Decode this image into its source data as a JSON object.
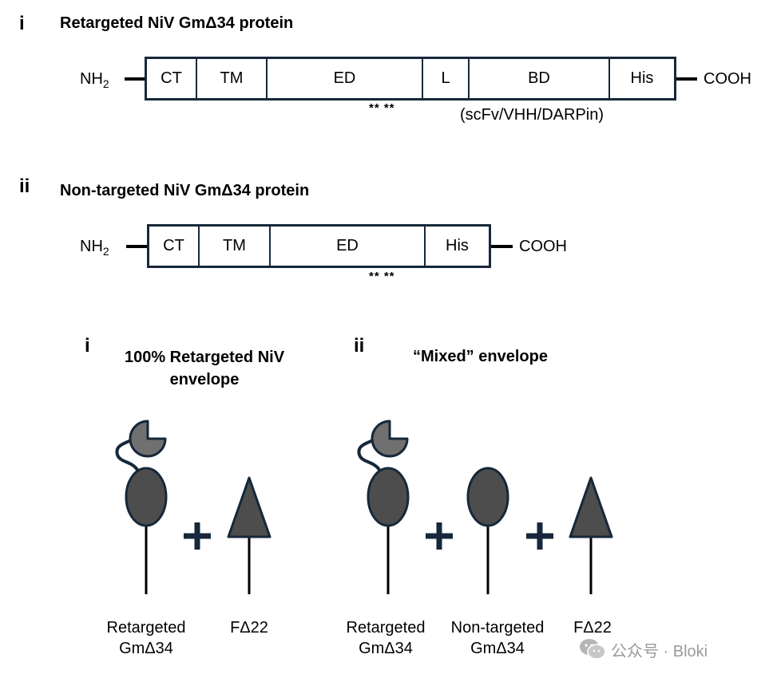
{
  "panel_a": {
    "item_i": {
      "numeral": "i",
      "title": "Retargeted NiV GmΔ34 protein",
      "n_terminus": "NH",
      "n_terminus_sub": "2",
      "c_terminus": "COOH",
      "domains": [
        "CT",
        "TM",
        "ED",
        "L",
        "BD",
        "His"
      ],
      "mutation_marks": "** **",
      "binder_note": "(scFv/VHH/DARPin)"
    },
    "item_ii": {
      "numeral": "ii",
      "title": "Non-targeted NiV GmΔ34 protein",
      "n_terminus": "NH",
      "n_terminus_sub": "2",
      "c_terminus": "COOH",
      "domains": [
        "CT",
        "TM",
        "ED",
        "His"
      ],
      "mutation_marks": "** **"
    }
  },
  "panel_b": {
    "item_i": {
      "numeral": "i",
      "title_line1": "100% Retargeted NiV",
      "title_line2": "envelope",
      "plus": "+",
      "caption_retargeted_line1": "Retargeted",
      "caption_retargeted_line2": "GmΔ34",
      "caption_fusion": "FΔ22"
    },
    "item_ii": {
      "numeral": "ii",
      "title": "“Mixed” envelope",
      "plus": "+",
      "caption_retargeted_line1": "Retargeted",
      "caption_retargeted_line2": "GmΔ34",
      "caption_nontargeted_line1": "Non-targeted",
      "caption_nontargeted_line2": "GmΔ34",
      "caption_fusion": "FΔ22"
    }
  },
  "watermark": "公众号 · Bloki",
  "colors": {
    "outline": "#16283a",
    "shape_fill": "#4d4d4d",
    "binder_fill": "#707070",
    "watermark": "#9a9a9a"
  }
}
